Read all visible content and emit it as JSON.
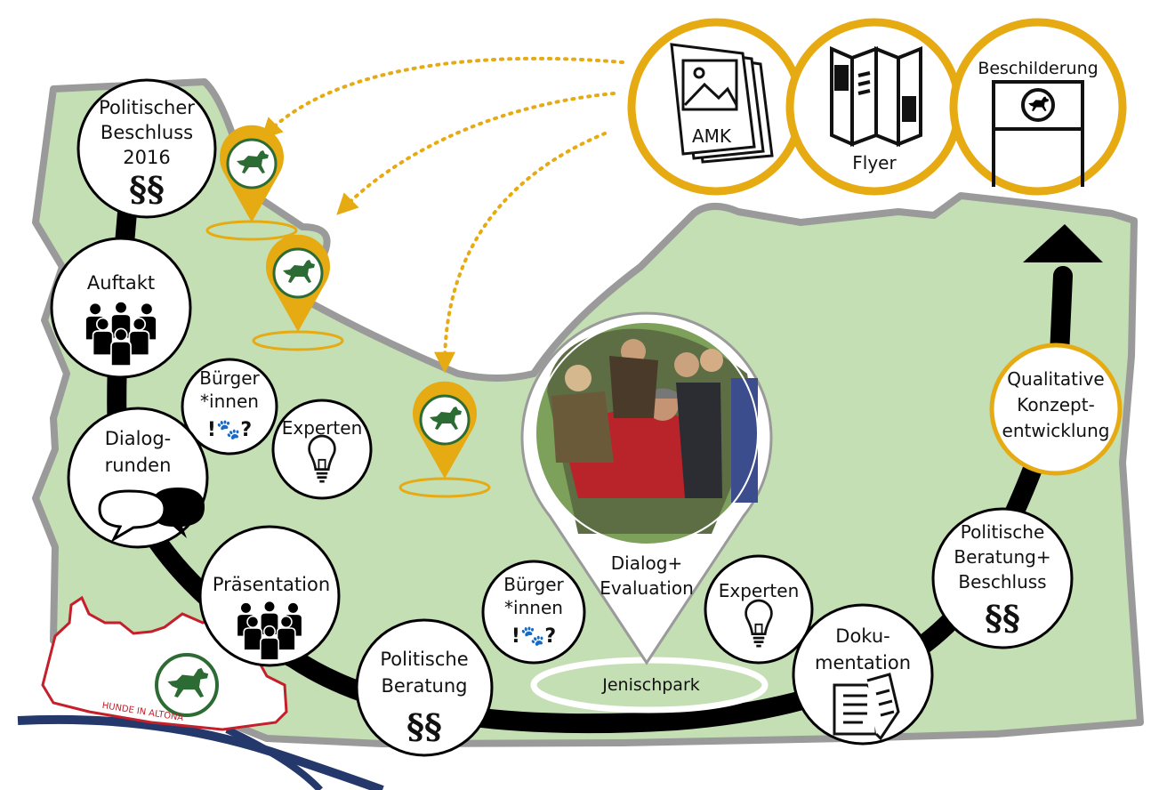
{
  "colors": {
    "map_fill": "#c5dfb5",
    "map_border": "#9a9a9a",
    "accent_gold": "#e6aa12",
    "pin_green": "#2c6b33",
    "path_black": "#000000",
    "river_blue": "#24386b",
    "altona_red": "#c41f2a"
  },
  "steps": {
    "political_decision": {
      "lines": [
        "Politischer",
        "Beschluss",
        "2016"
      ],
      "symbol": "§§"
    },
    "kickoff": {
      "label": "Auftakt"
    },
    "citizens_left": {
      "lines": [
        "Bürger",
        "*innen"
      ],
      "symbol": "!🐾?"
    },
    "experts_left": {
      "label": "Experten"
    },
    "dialog_rounds": {
      "lines": [
        "Dialog-",
        "runden"
      ]
    },
    "presentation": {
      "label": "Präsentation"
    },
    "political_advice": {
      "lines": [
        "Politische",
        "Beratung"
      ],
      "symbol": "§§"
    },
    "dialog_evaluation": {
      "lines": [
        "Dialog+",
        "Evaluation"
      ]
    },
    "citizens_right": {
      "lines": [
        "Bürger",
        "*innen"
      ],
      "symbol": "!🐾?"
    },
    "experts_right": {
      "label": "Experten"
    },
    "documentation": {
      "lines": [
        "Doku-",
        "mentation"
      ]
    },
    "political_advice_decision": {
      "lines": [
        "Politische",
        "Beratung+",
        "Beschluss"
      ],
      "symbol": "§§"
    },
    "concept_development": {
      "lines": [
        "Qualitative",
        "Konzept-",
        "entwicklung"
      ]
    }
  },
  "location": {
    "label": "Jenischpark"
  },
  "media": {
    "amk": {
      "label": "AMK"
    },
    "flyer": {
      "label": "Flyer"
    },
    "signage": {
      "label": "Beschilderung"
    }
  },
  "inset_map": {
    "label": "HUNDE IN ALTONA"
  },
  "icons": [
    "dog-icon",
    "people-group-icon",
    "speech-bubbles-icon",
    "lightbulb-icon",
    "documents-icon",
    "brochure-icon",
    "flyer-icon",
    "signpost-icon",
    "location-pin-icon"
  ]
}
